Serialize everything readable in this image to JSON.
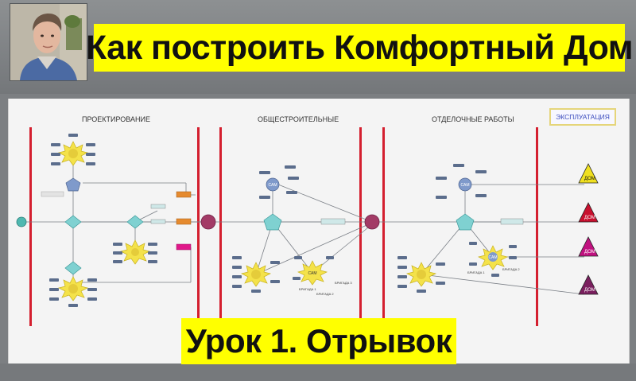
{
  "header": {
    "title": "Как построить Комфортный Дом"
  },
  "slide": {
    "sections": [
      {
        "label": "ПРОЕКТИРОВАНИЕ"
      },
      {
        "label": "ОБЩЕСТРОИТЕЛЬНЫЕ"
      },
      {
        "label": "ОТДЕЛОЧНЫЕ РАБОТЫ"
      }
    ],
    "exploitation_label": "ЭКСПЛУАТАЦИЯ",
    "nodes": {
      "sam_1": "САМ",
      "sam_2": "САМ",
      "sam_3": "САМ",
      "sam_4": "САМ",
      "brigade_1": "БРИГАДА 1",
      "brigade_2": "БРИГАДА 2",
      "brigade_3": "БРИГАДА 3",
      "brigade_4": "БРИГАДА 1",
      "brigade_5": "БРИГАДА 2"
    },
    "houses": [
      "ДОМ",
      "ДОМ",
      "ДОМ",
      "ДОМ"
    ]
  },
  "footer": {
    "subtitle": "Урок 1. Отрывок"
  },
  "colors": {
    "accent_yellow": "#ffff00",
    "divider_red": "#d41f2f",
    "node_blue": "#7f9acb",
    "node_teal": "#7fd1d1",
    "sun_yellow": "#f4e24a",
    "house_yellow": "#f0e020",
    "house_red": "#c8102e",
    "house_magenta": "#c0117f",
    "house_purple": "#7a1f5e",
    "bar_orange": "#e58a2e",
    "bar_magenta": "#e0188a"
  }
}
